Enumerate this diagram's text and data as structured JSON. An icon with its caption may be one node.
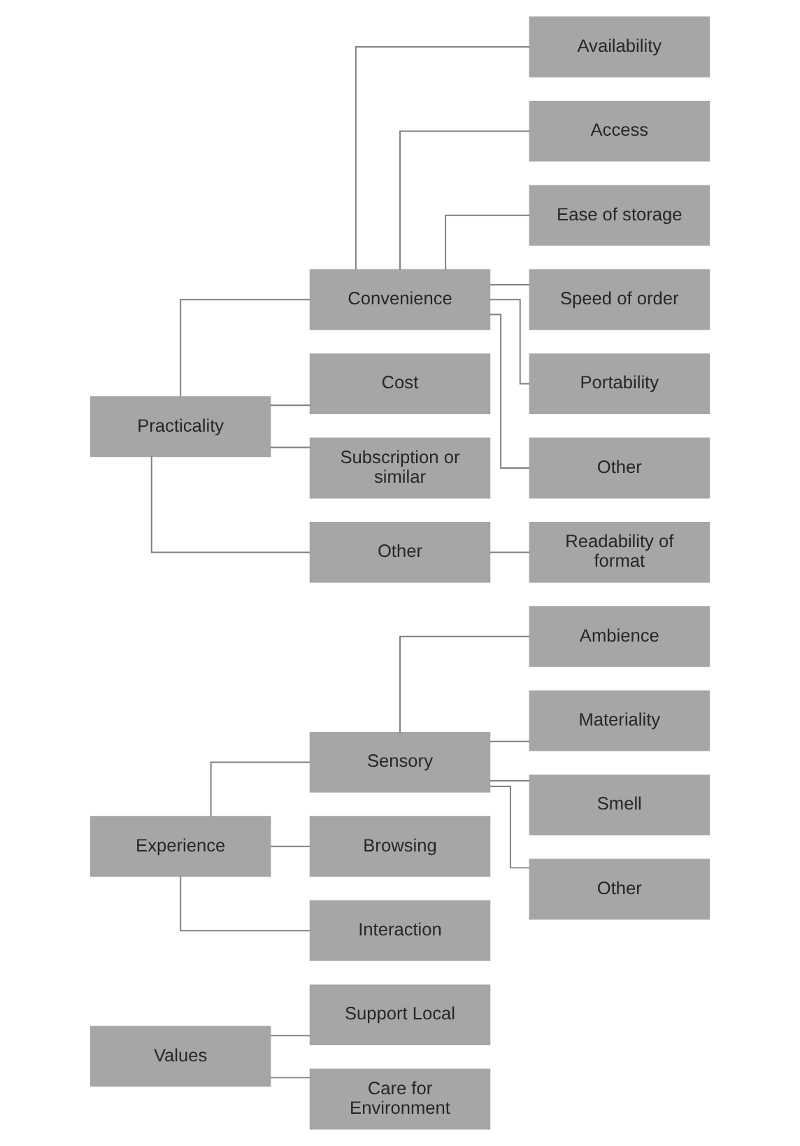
{
  "diagram": {
    "nodes": [
      {
        "text": [
          "Values"
        ]
      },
      {
        "text": [
          "Support Local"
        ]
      },
      {
        "text": [
          "Care for Environment"
        ]
      },
      {
        "text": [
          "Experience"
        ]
      },
      {
        "text": [
          "Sensory"
        ]
      },
      {
        "text": [
          "Ambience"
        ]
      },
      {
        "text": [
          "Materiality"
        ]
      },
      {
        "text": [
          "Smell"
        ]
      },
      {
        "text": [
          "Other"
        ]
      },
      {
        "text": [
          "Browsing"
        ]
      },
      {
        "text": [
          "Interaction"
        ]
      },
      {
        "text": [
          "Practicality"
        ]
      },
      {
        "text": [
          "Convenience"
        ]
      },
      {
        "text": [
          "Availability"
        ]
      },
      {
        "text": [
          "Access"
        ]
      },
      {
        "text": [
          "Ease of storage"
        ]
      },
      {
        "text": [
          "Speed of order"
        ]
      },
      {
        "text": [
          "Portability"
        ]
      },
      {
        "text": [
          "Other"
        ]
      },
      {
        "text": [
          "Cost"
        ]
      },
      {
        "text": [
          "Subscription or similar"
        ]
      },
      {
        "text": [
          "Other"
        ]
      },
      {
        "text": [
          "Readability of format"
        ]
      }
    ],
    "edges": [
      {
        "from": 0,
        "to": 1,
        "arrow": "none"
      },
      {
        "from": 0,
        "to": 2,
        "arrow": "none"
      },
      {
        "from": 3,
        "to": 4,
        "arrow": "none"
      },
      {
        "from": 4,
        "to": 5,
        "arrow": "none"
      },
      {
        "from": 4,
        "to": 6,
        "arrow": "none"
      },
      {
        "from": 4,
        "to": 7,
        "arrow": "none"
      },
      {
        "from": 4,
        "to": 8,
        "arrow": "none"
      },
      {
        "from": 3,
        "to": 9,
        "arrow": "none"
      },
      {
        "from": 3,
        "to": 10,
        "arrow": "none"
      },
      {
        "from": 11,
        "to": 12,
        "arrow": "none"
      },
      {
        "from": 12,
        "to": 13,
        "arrow": "none"
      },
      {
        "from": 12,
        "to": 14,
        "arrow": "none"
      },
      {
        "from": 12,
        "to": 15,
        "arrow": "none"
      },
      {
        "from": 12,
        "to": 16,
        "arrow": "none"
      },
      {
        "from": 12,
        "to": 17,
        "arrow": "none"
      },
      {
        "from": 12,
        "to": 18,
        "arrow": "none"
      },
      {
        "from": 11,
        "to": 19,
        "arrow": "none"
      },
      {
        "from": 11,
        "to": 20,
        "arrow": "none"
      },
      {
        "from": 11,
        "to": 21,
        "arrow": "none"
      },
      {
        "from": 21,
        "to": 22,
        "arrow": "none"
      }
    ]
  }
}
